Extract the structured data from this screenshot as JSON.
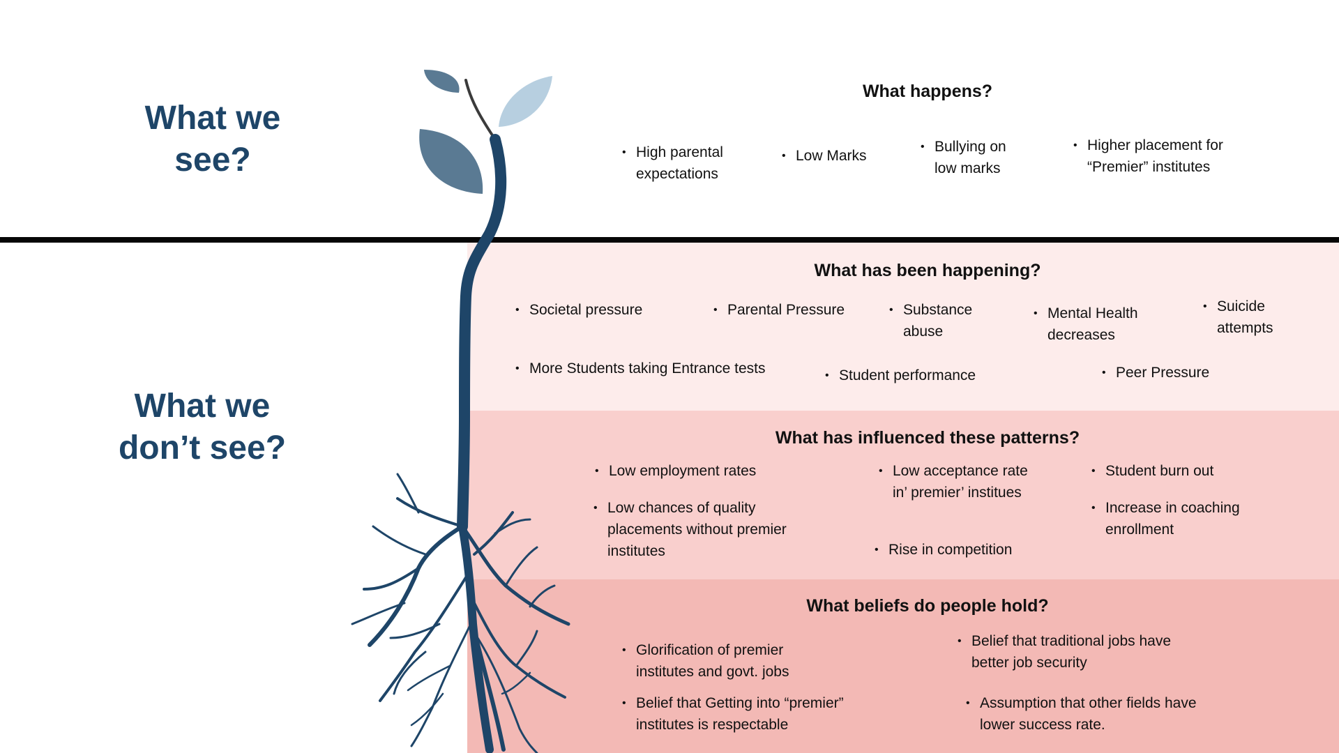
{
  "side_labels": {
    "see": "What we see?",
    "dont_see": "What we don’t  see?"
  },
  "sections": {
    "events": {
      "heading": "What happens?",
      "items": [
        "High parental expectations",
        "Low Marks",
        "Bullying on low marks",
        "Higher placement for “Premier” institutes"
      ]
    },
    "patterns": {
      "heading": "What has been happening?",
      "items": [
        "Societal pressure",
        "Parental Pressure",
        "Substance abuse",
        "Mental Health decreases",
        "Suicide attempts",
        "More Students taking Entrance tests",
        "Student performance",
        "Peer Pressure"
      ]
    },
    "structures": {
      "heading": "What has influenced these patterns?",
      "items": [
        "Low employment rates",
        "Low chances of quality placements without premier institutes",
        "Low acceptance rate in’ premier’ institues",
        "Rise in competition",
        "Student burn out",
        "Increase in coaching enrollment"
      ]
    },
    "beliefs": {
      "heading": "What beliefs do people hold?",
      "items": [
        "Glorification of premier institutes and govt. jobs",
        "Belief that Getting into “premier” institutes is respectable",
        "Belief that traditional jobs have better job security",
        "Assumption that other fields have lower success rate."
      ]
    }
  },
  "colors": {
    "heading_blue": "#1e4568",
    "stem": "#1e4568",
    "band_events": "#fdeceb",
    "band_patterns": "#f9cfcd",
    "band_beliefs": "#f3b9b5",
    "leaf_dark": "#5a7a93",
    "leaf_light": "#b7cfe0"
  }
}
